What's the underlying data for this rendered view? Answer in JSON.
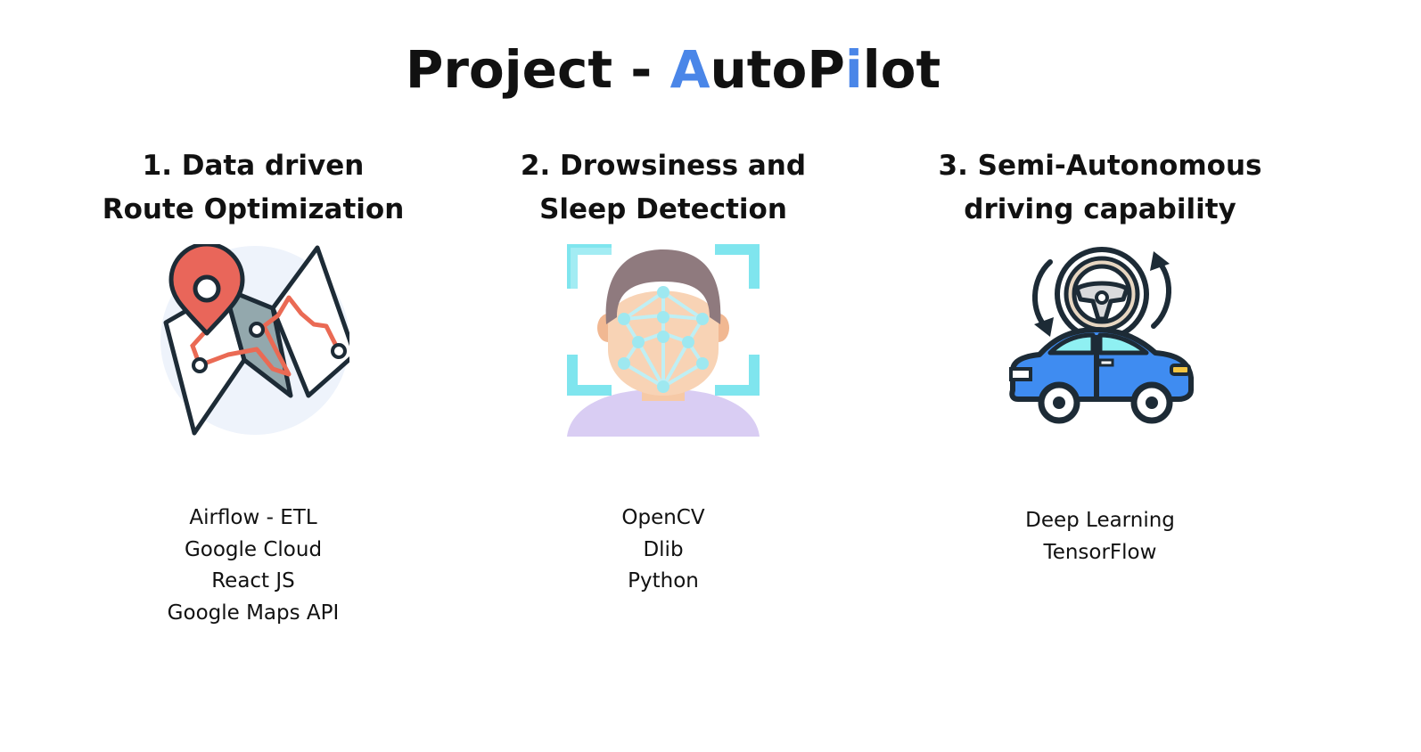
{
  "title": {
    "part1": "Project - ",
    "accent1": "A",
    "part2": "utoP",
    "accent2": "i",
    "part3": "lot",
    "accent_color": "#4a86e8"
  },
  "columns": [
    {
      "heading_line1": "1. Data driven",
      "heading_line2": "Route Optimization",
      "icon": "map-route-icon",
      "tech": [
        "Airflow - ETL",
        "Google Cloud",
        "React JS",
        "Google Maps API"
      ]
    },
    {
      "heading_line1": "2. Drowsiness and",
      "heading_line2": "Sleep Detection",
      "icon": "face-detection-icon",
      "tech": [
        "OpenCV",
        "Dlib",
        "Python"
      ]
    },
    {
      "heading_line1": "3. Semi-Autonomous",
      "heading_line2": "driving capability",
      "icon": "autonomous-car-icon",
      "tech": [
        "Deep Learning",
        "TensorFlow"
      ]
    }
  ]
}
